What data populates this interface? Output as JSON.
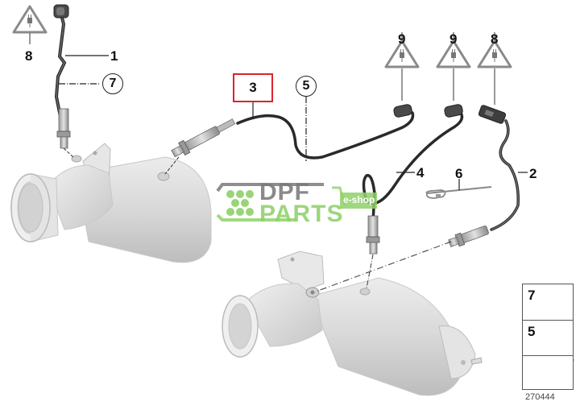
{
  "diagram": {
    "type": "exploded-parts-diagram",
    "subject": "Oxygen/lambda sensors with wiring and diesel particulate filters",
    "callouts": [
      {
        "id": "8a",
        "label": "8",
        "style": "plain",
        "points_to": "connector warning symbol (top left)"
      },
      {
        "id": "1",
        "label": "1",
        "style": "plain",
        "points_to": "upper sensor cable (left)"
      },
      {
        "id": "7",
        "label": "7",
        "style": "circled",
        "points_to": "cable clip on left sensor"
      },
      {
        "id": "3",
        "label": "3",
        "style": "highlighted-box",
        "points_to": "lambda sensor (center)"
      },
      {
        "id": "5",
        "label": "5",
        "style": "circled",
        "points_to": "cable holder on center sensor"
      },
      {
        "id": "9a",
        "label": "9",
        "style": "plain",
        "points_to": "connector warning symbol"
      },
      {
        "id": "9b",
        "label": "9",
        "style": "plain",
        "points_to": "connector warning symbol"
      },
      {
        "id": "8b",
        "label": "8",
        "style": "plain",
        "points_to": "connector warning symbol (right)"
      },
      {
        "id": "4",
        "label": "4",
        "style": "plain",
        "points_to": "lambda sensor cable (center-right)"
      },
      {
        "id": "6",
        "label": "6",
        "style": "plain",
        "points_to": "cable tie"
      },
      {
        "id": "2",
        "label": "2",
        "style": "plain",
        "points_to": "lambda sensor (right)"
      }
    ],
    "highlight_color": "#d9252b",
    "legend": {
      "items": [
        {
          "label": "7",
          "icon": "clip-icon"
        },
        {
          "label": "5",
          "icon": "cable-holder-icon"
        },
        {
          "label": "",
          "icon": "arrow-direction-icon"
        }
      ]
    },
    "document_number": "270444"
  },
  "watermark": {
    "line1": "DPF",
    "line2": "PARTS",
    "badge": "e-shop",
    "colors": {
      "gray": "#7a7a7a",
      "green": "#8fd16a"
    }
  }
}
